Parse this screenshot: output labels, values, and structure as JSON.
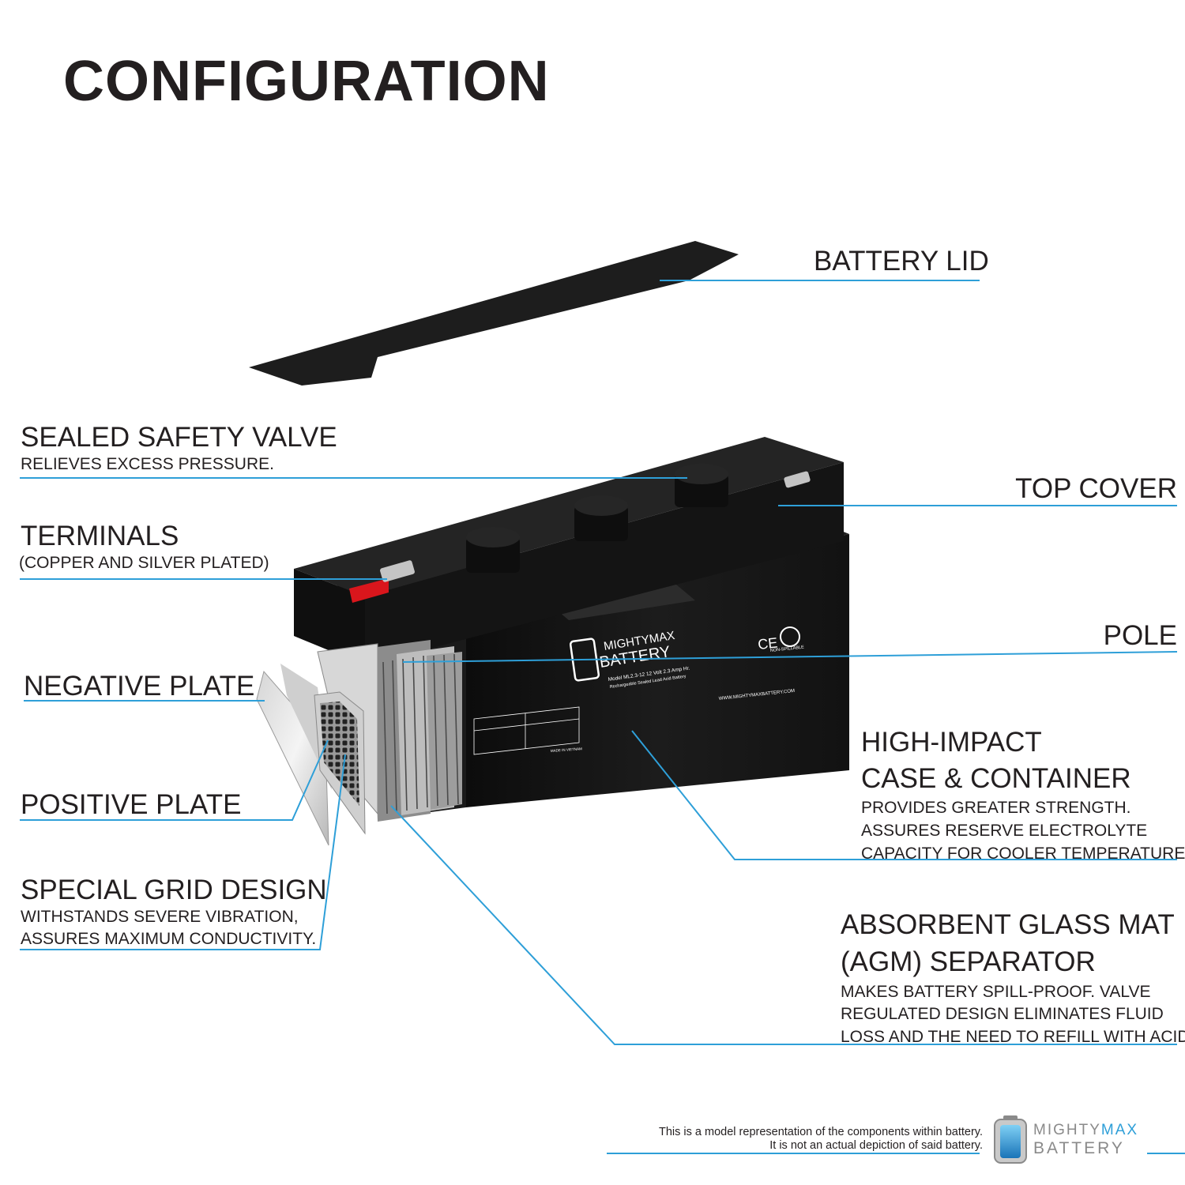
{
  "title": "CONFIGURATION",
  "labels": {
    "battery_lid": {
      "title": "BATTERY LID"
    },
    "safety_valve": {
      "title": "SEALED SAFETY VALVE",
      "lines": [
        "RELIEVES EXCESS PRESSURE."
      ]
    },
    "terminals": {
      "title": "TERMINALS",
      "lines": [
        "(COPPER AND SILVER PLATED)"
      ]
    },
    "top_cover": {
      "title": "TOP COVER"
    },
    "pole": {
      "title": "POLE"
    },
    "negative_plate": {
      "title": "NEGATIVE PLATE"
    },
    "positive_plate": {
      "title": "POSITIVE PLATE"
    },
    "grid_design": {
      "title": "SPECIAL GRID DESIGN",
      "lines": [
        "WITHSTANDS SEVERE VIBRATION,",
        "ASSURES MAXIMUM CONDUCTIVITY."
      ]
    },
    "case": {
      "title_lines": [
        "HIGH-IMPACT",
        "CASE & CONTAINER"
      ],
      "lines": [
        "PROVIDES GREATER STRENGTH.",
        "ASSURES RESERVE ELECTROLYTE",
        "CAPACITY FOR COOLER TEMPERATURES."
      ]
    },
    "agm": {
      "title_lines": [
        "ABSORBENT GLASS MAT",
        "(AGM) SEPARATOR"
      ],
      "lines": [
        "MAKES BATTERY SPILL-PROOF. VALVE",
        "REGULATED DESIGN ELIMINATES FLUID",
        "LOSS AND THE NEED TO REFILL WITH ACID."
      ]
    }
  },
  "battery": {
    "brand_top": "MIGHTYMAX",
    "brand_bottom": "BATTERY",
    "model_line": "Model ML2.3-12 12 Volt 2.3 Amp Hr.",
    "type_line": "Rechargeable Sealed Lead Acid Battery",
    "website": "WWW.MIGHTYMAXBATTERY.COM",
    "non_spillable": "NON-SPILLABLE",
    "ce_mark": "CE",
    "made_in": "MADE IN VIETNAM"
  },
  "footer": {
    "disclaimer": [
      "This is a model representation of the components within battery.",
      "It is not an actual depiction of said battery."
    ],
    "logo_word_1": "MIGHTY",
    "logo_word_2": "MAX",
    "logo_word_3": "BATTERY"
  },
  "colors": {
    "accent": "#2e9fd8",
    "battery_body": "#161616",
    "terminal_red": "#d9161c",
    "text": "#231f20"
  }
}
